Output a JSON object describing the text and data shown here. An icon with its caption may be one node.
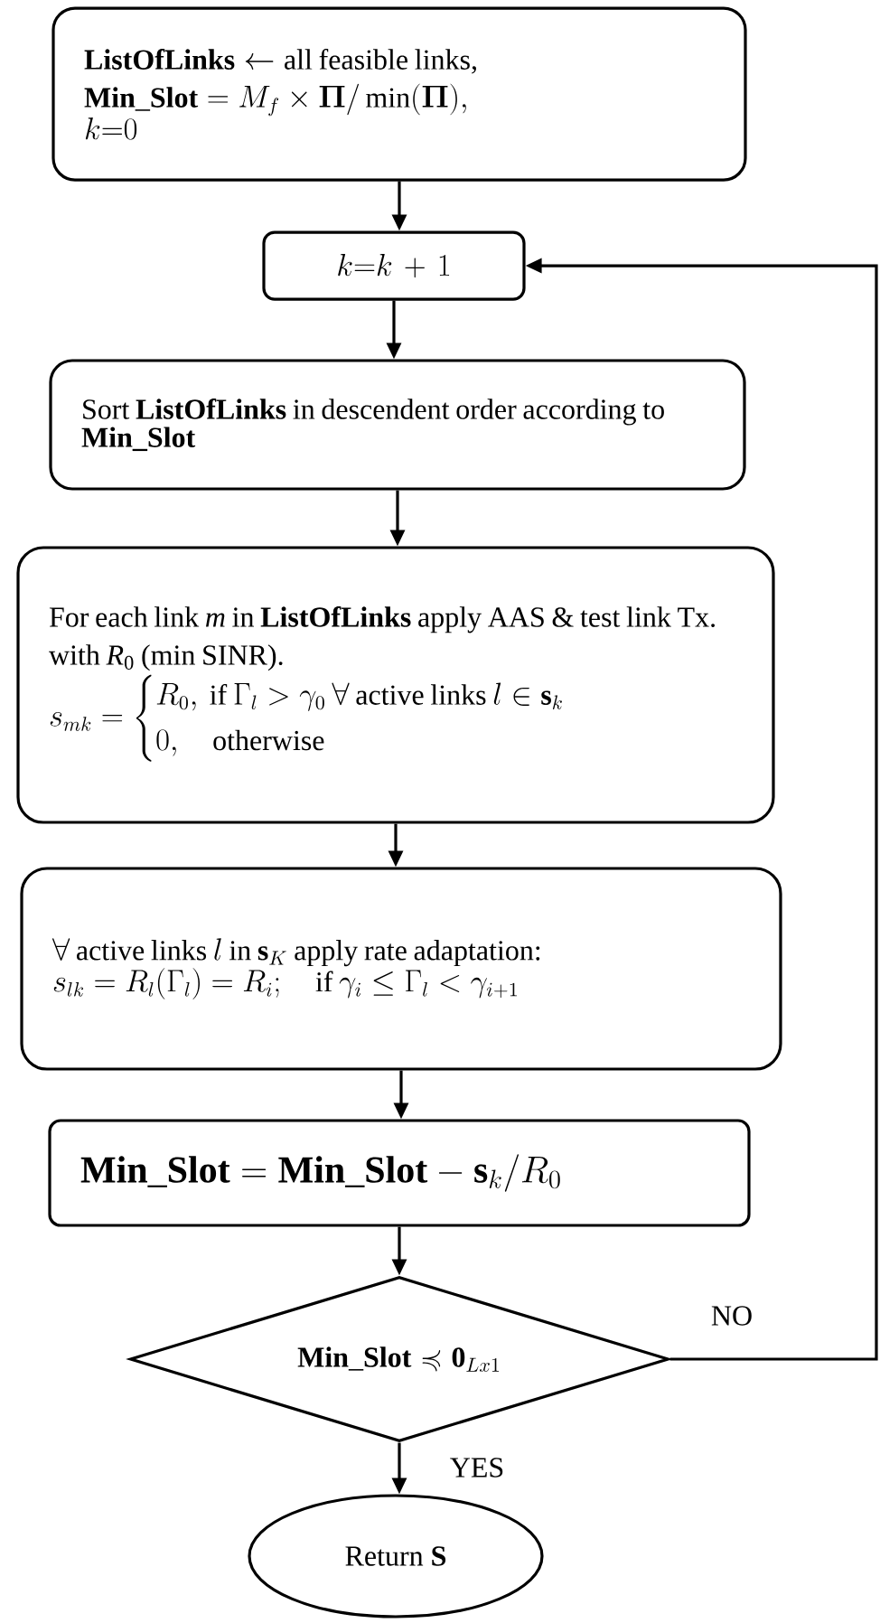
{
  "diagram": {
    "nodes": [
      {
        "text": [
          "\\mathbf{ListOfLinks} \\leftarrow \\text{all feasible links,}",
          "\\mathbf{Min\\_Slot} = M_f \\times \\boldsymbol{\\Pi} / \\min(\\boldsymbol{\\Pi}),",
          "k{=}0"
        ]
      },
      {
        "text": [
          "k{=}k+1"
        ]
      },
      {
        "text": [
          "Sort **ListOfLinks** in descendent order according to **Min_Slot**"
        ]
      },
      {
        "text": [
          "For each link *m* in **ListOfLinks** apply AAS & test link Tx. with *R*$_{0}$ (min SINR).",
          "s_{mk} = \\begin{cases} R_0,\\ \\text{if}\\ \\Gamma_l > \\gamma_0\\ \\forall\\ \\text{active links}\\ l \\in \\mathbf{s}_k \\\\ 0,\\quad \\text{otherwise} \\end{cases}"
        ]
      },
      {
        "text": [
          "\\forall\\ \\text{active links}\\ l\\ \\text{in}\\ \\mathbf{s}_K\\ \\text{apply rate adaptation:}",
          "s_{lk} = R_l(\\Gamma_l) = R_i;\\quad \\text{if}\\ \\gamma_i \\le \\Gamma_l < \\gamma_{i+1}"
        ]
      },
      {
        "text": [
          "\\mathbf{Min\\_Slot} = \\mathbf{Min\\_Slot} - \\mathbf{s}_k / R_0"
        ]
      },
      {
        "text": [
          "\\mathbf{Min\\_Slot} \\preccurlyeq \\mathbf{0}_{Lx1}"
        ]
      },
      {
        "text": [
          "Return **S**"
        ]
      }
    ],
    "edges": [
      {
        "from": 0,
        "to": 1,
        "arrow": "to"
      },
      {
        "from": 1,
        "to": 2,
        "arrow": "to"
      },
      {
        "from": 2,
        "to": 3,
        "arrow": "to"
      },
      {
        "from": 3,
        "to": 4,
        "arrow": "to"
      },
      {
        "from": 4,
        "to": 5,
        "arrow": "to"
      },
      {
        "from": 5,
        "to": 6,
        "arrow": "to"
      },
      {
        "from": 6,
        "to": 1,
        "arrow": "to",
        "label": "NO"
      },
      {
        "from": 6,
        "to": 7,
        "arrow": "to",
        "label": "YES"
      }
    ]
  }
}
